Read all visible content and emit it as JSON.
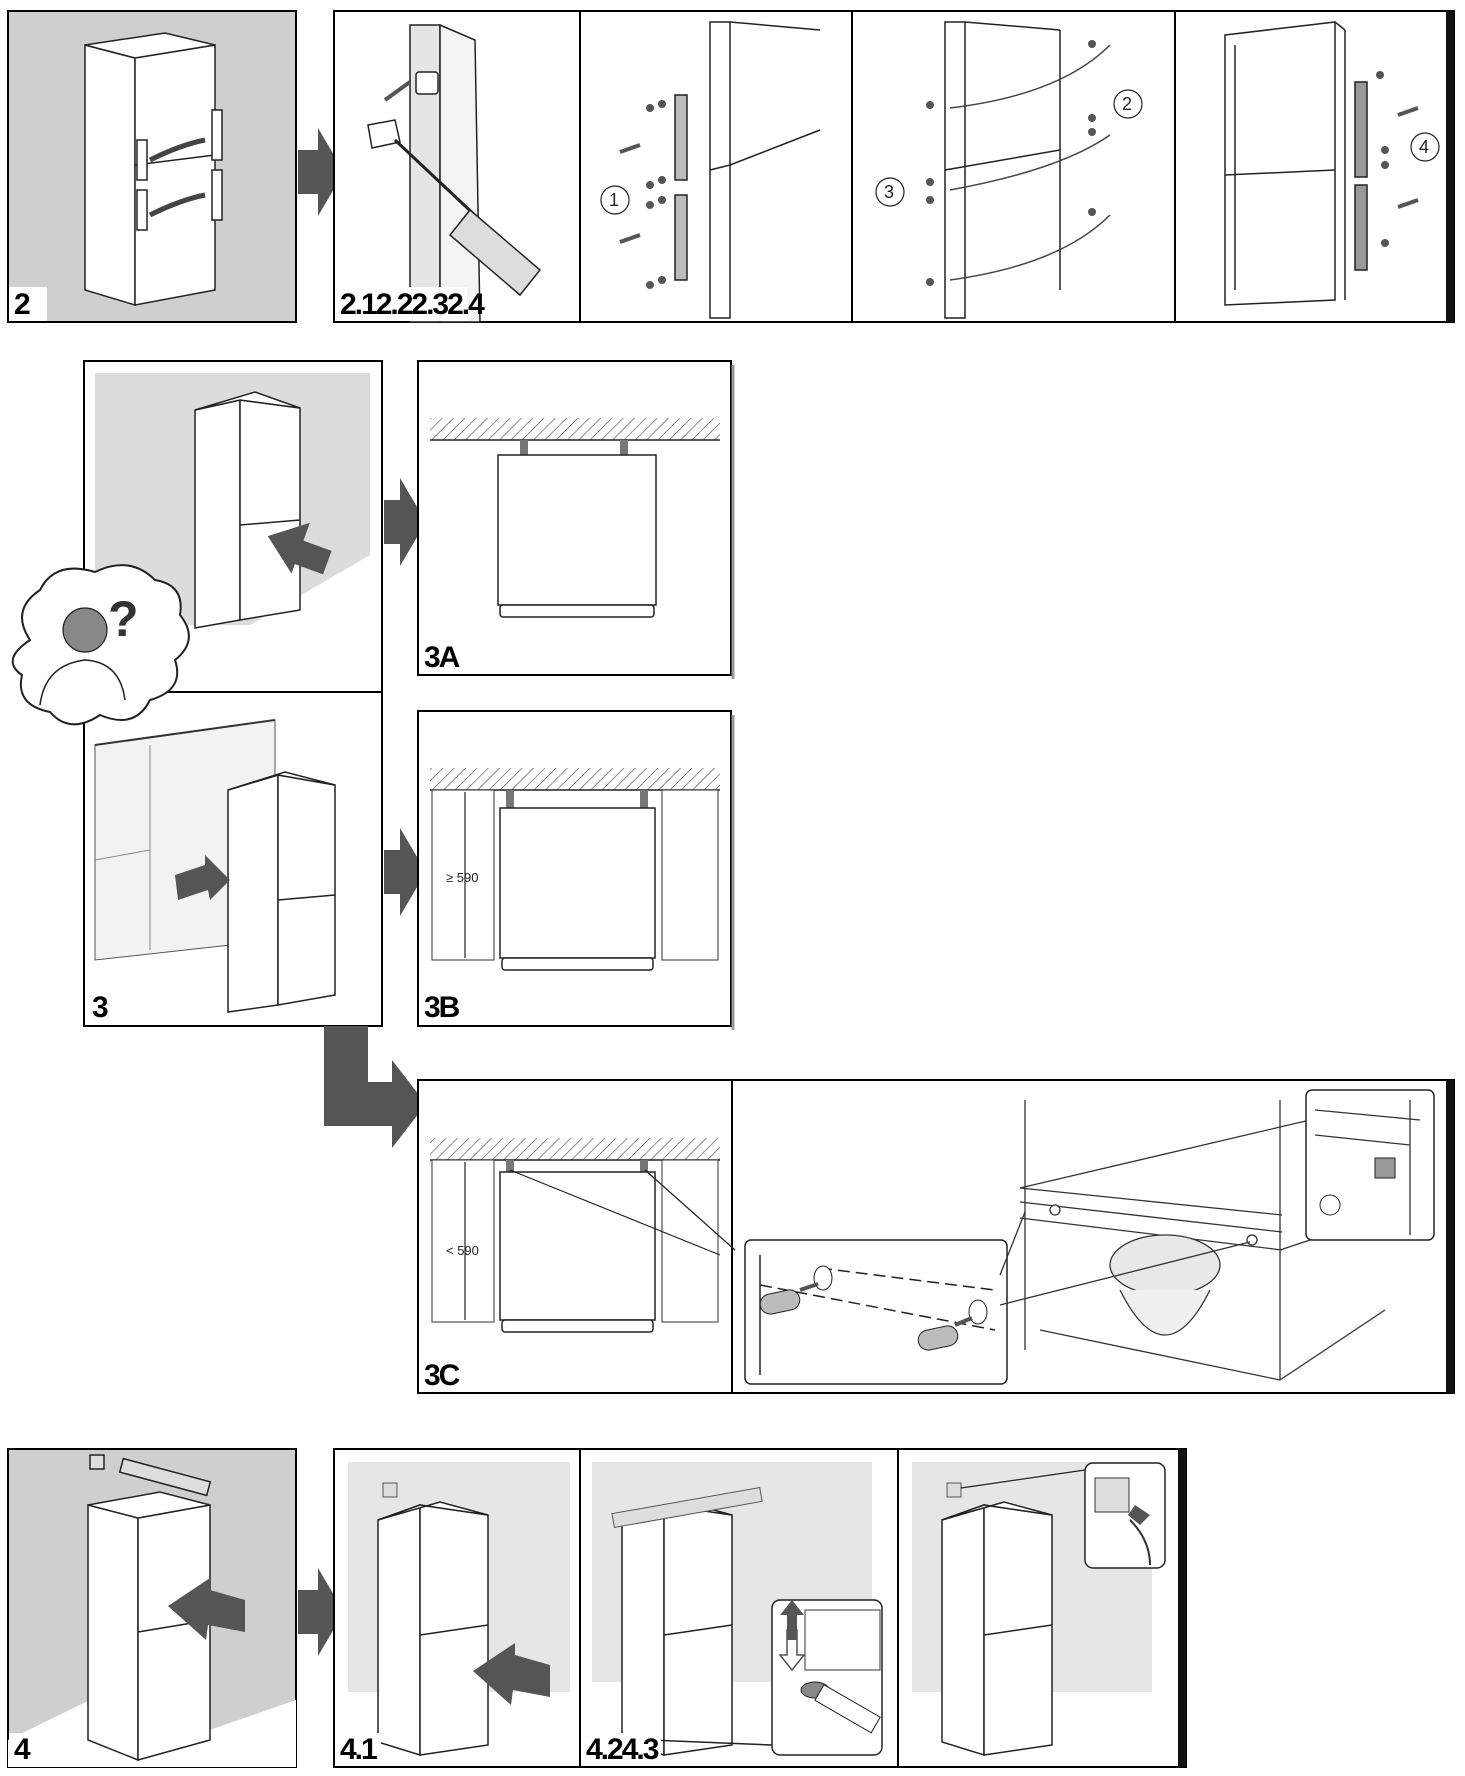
{
  "steps": {
    "s2": "2",
    "s2_sub": "2.12.22.32.4",
    "s3": "3",
    "s3a": "3A",
    "s3b": "3B",
    "s3c": "3C",
    "s4": "4",
    "s4_1": "4.1",
    "s4_2": "4.24.3"
  },
  "callouts": {
    "c1": "1",
    "c2": "2",
    "c3": "3",
    "c4": "4"
  },
  "dimensions": {
    "min_height": "≥ 590",
    "max_height": "< 590"
  },
  "icons": {
    "question": "?"
  }
}
